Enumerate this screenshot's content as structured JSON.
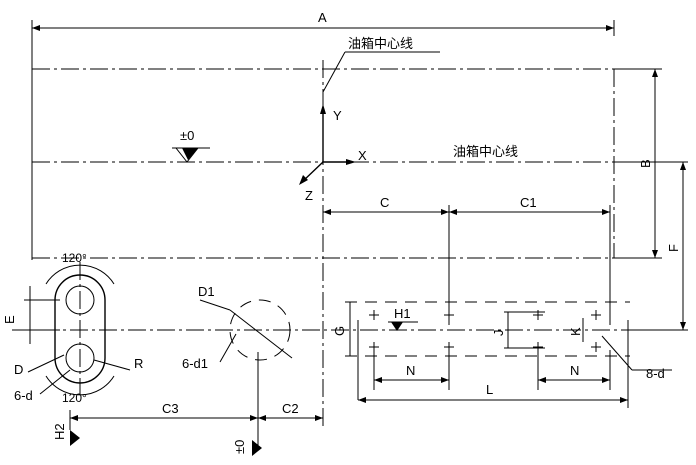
{
  "labels": {
    "A": "A",
    "B": "B",
    "C": "C",
    "C1": "C1",
    "C2": "C2",
    "C3": "C3",
    "D": "D",
    "D1": "D1",
    "E": "E",
    "F": "F",
    "G": "G",
    "H1": "H1",
    "H2": "H2",
    "J": "J",
    "K": "K",
    "L": "L",
    "N_left": "N",
    "N_right": "N",
    "R": "R",
    "X": "X",
    "Y": "Y",
    "Z": "Z",
    "zero_top": "±0",
    "zero_bottom": "±0",
    "tank_center_top": "油箱中心线",
    "tank_center_mid": "油箱中心线",
    "angle_top": "120°",
    "angle_bottom": "120°",
    "six_d": "6-d",
    "six_d1": "6-d1",
    "eight_d": "8-d"
  }
}
